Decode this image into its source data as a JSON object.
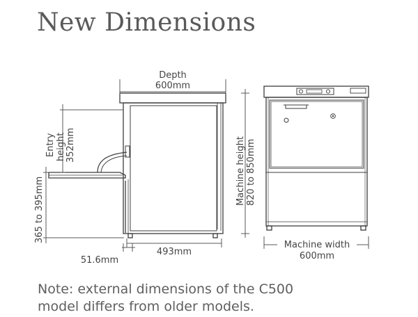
{
  "title": "New Dimensions",
  "labels": {
    "depth_name": "Depth",
    "depth_value": "600mm",
    "entry_l1": "Entry",
    "entry_l2": "height",
    "entry_l3": "352mm",
    "height_range": "365 to 395mm",
    "inner_depth": "493mm",
    "foot_offset": "51.6mm",
    "machine_height_name": "Machine height",
    "machine_height_value": "820 to 850mm",
    "machine_width_name": "Machine width",
    "machine_width_value": "600mm"
  },
  "note": {
    "line1": "Note: external dimensions of the C500",
    "line2": "model differs from older models."
  },
  "colors": {
    "line": "#3c3c3c",
    "dim": "#5a5a5a",
    "text": "#444444"
  }
}
